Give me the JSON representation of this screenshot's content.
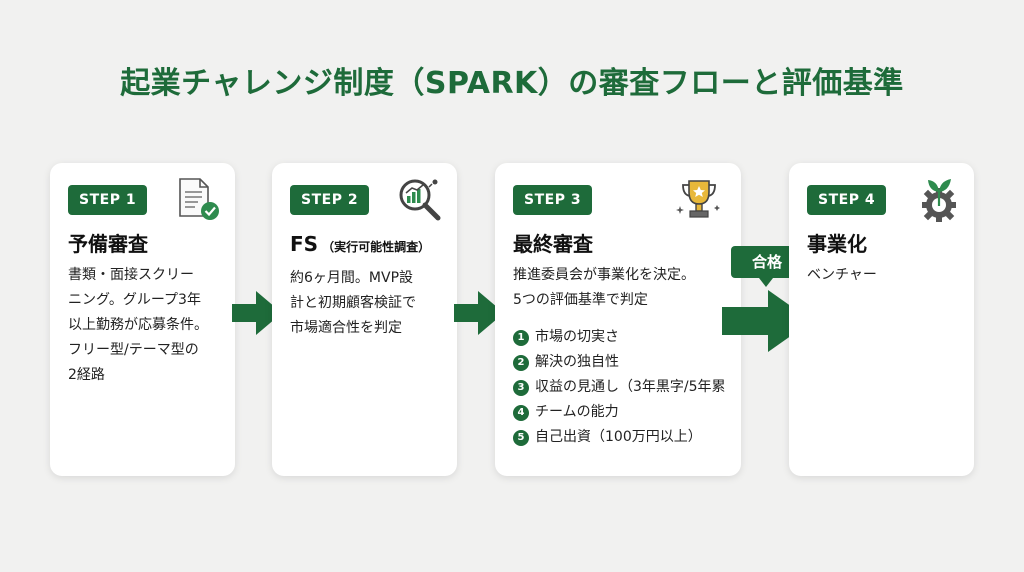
{
  "title": "起業チャレンジ制度（SPARK）の審査フローと評価基準",
  "steps": [
    {
      "badge": "STEP 1",
      "title": "予備審査",
      "body": "書類・面接スクリー\nニング。グループ3年\n以上勤務が応募条件。\nフリー型/テーマ型の\n2経路",
      "icon": "document-check-icon"
    },
    {
      "badge": "STEP 2",
      "title": "FS",
      "title_sub": "（実行可能性調査）",
      "body": "約6ヶ月間。MVP設\n計と初期顧客検証で\n市場適合性を判定",
      "icon": "magnifier-chart-icon"
    },
    {
      "badge": "STEP 3",
      "title": "最終審査",
      "body": "推進委員会が事業化を決定。\n5つの評価基準で判定",
      "criteria": [
        {
          "num": "1",
          "text": "市場の切実さ"
        },
        {
          "num": "2",
          "text": "解決の独自性"
        },
        {
          "num": "3",
          "text": "収益の見通し（3年黒字/5年累"
        },
        {
          "num": "4",
          "text": "チームの能力"
        },
        {
          "num": "5",
          "text": "自己出資（100万円以上）"
        }
      ],
      "icon": "trophy-icon"
    },
    {
      "badge": "STEP 4",
      "title": "事業化",
      "body": "ベンチャー",
      "icon": "sprout-gear-icon"
    }
  ],
  "pass_label": "合格",
  "colors": {
    "accent": "#1e6b3a",
    "card": "#ffffff",
    "background": "#f1f1f0"
  }
}
